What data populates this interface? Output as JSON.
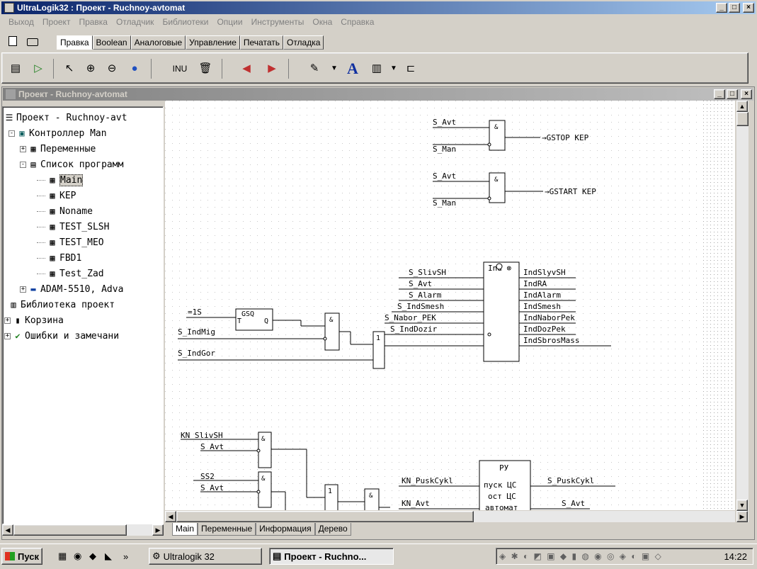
{
  "app": {
    "title": "UltraLogik32 : Проект - Ruchnoy-avtomat"
  },
  "menu": [
    "Выход",
    "Проект",
    "Правка",
    "Отладчик",
    "Библиотеки",
    "Опции",
    "Инструменты",
    "Окна",
    "Справка"
  ],
  "tabs": [
    "Правка",
    "Boolean",
    "Аналоговые",
    "Управление",
    "Печатать",
    "Отладка"
  ],
  "toolbar": {
    "inu_label": "INU"
  },
  "child": {
    "title": "Проект - Ruchnoy-avtomat"
  },
  "tree": [
    {
      "label": "Проект - Ruchnoy-avt",
      "level": 0,
      "icon": "project-icon"
    },
    {
      "label": "Контроллер Man",
      "level": 1,
      "icon": "controller-icon",
      "expander": "-"
    },
    {
      "label": "Переменные",
      "level": 2,
      "icon": "table-icon",
      "expander": "+"
    },
    {
      "label": "Список программ",
      "level": 2,
      "icon": "list-icon",
      "expander": "-"
    },
    {
      "label": "Main",
      "level": 3,
      "icon": "table-icon"
    },
    {
      "label": "KEP",
      "level": 3,
      "icon": "table-icon"
    },
    {
      "label": "Noname",
      "level": 3,
      "icon": "table-icon"
    },
    {
      "label": "TEST_SLSH",
      "level": 3,
      "icon": "table-icon"
    },
    {
      "label": "TEST_MEO",
      "level": 3,
      "icon": "table-icon"
    },
    {
      "label": "FBD1",
      "level": 3,
      "icon": "table-icon"
    },
    {
      "label": "Test_Zad",
      "level": 3,
      "icon": "table-icon"
    },
    {
      "label": "ADAM-5510, Adva",
      "level": 2,
      "icon": "module-icon",
      "expander": "+"
    },
    {
      "label": "Библиотека проект",
      "level": 1,
      "icon": "library-icon"
    },
    {
      "label": "Корзина",
      "level": 0,
      "icon": "trash-icon",
      "expander": "+"
    },
    {
      "label": "Ошибки и замечани",
      "level": 0,
      "icon": "check-icon",
      "expander": "+"
    }
  ],
  "diagram": {
    "labels": {
      "s_avt": "S_Avt",
      "s_man": "S_Man",
      "and": "&",
      "or": "1",
      "gstop": "GSTOP KEP",
      "gstart": "GSTART KEP",
      "ind": "Ind ⊗",
      "gsq": "GSQ",
      "t": "T",
      "q": "Q",
      "eq1s": "=1S",
      "s_indmig": "S_IndMig",
      "s_indgor": "S_IndGor",
      "in1": "S_SlivSH",
      "in2": "S_Avt",
      "in3": "S_Alarm",
      "in4": "S_IndSmesh",
      "in5": "S_Nabor_PEK",
      "in6": "S_IndDozir",
      "out1": "IndSlyvSH",
      "out2": "IndRA",
      "out3": "IndAlarm",
      "out4": "IndSmesh",
      "out5": "IndNaborPek",
      "out6": "IndDozPek",
      "out7": "IndSbrosMass",
      "kn_sliv": "KN_SlivSH",
      "ss2": "SS2",
      "ru": "РУ",
      "ru1": "пуск ЦС",
      "ru2": "ост ЦС",
      "ru3": "автомат",
      "kn_pusk": "KN_PuskCykl",
      "kn_avt": "KN_Avt",
      "s_pusk": "S_PuskCykl"
    }
  },
  "sheet_tabs": [
    "Main",
    "Переменные",
    "Информация",
    "Дерево"
  ],
  "taskbar": {
    "start": "Пуск",
    "chev": "»",
    "task1": "Ultralogik 32",
    "task2": "Проект - Ruchno...",
    "clock": "14:22"
  }
}
